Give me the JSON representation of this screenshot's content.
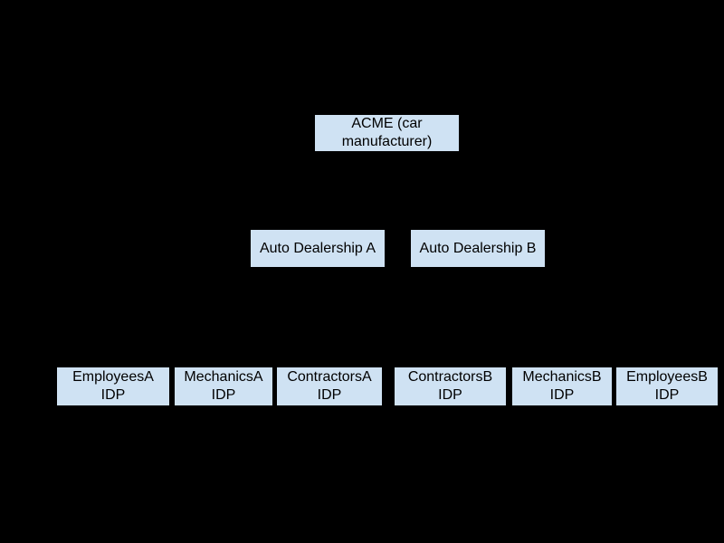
{
  "diagram": {
    "type": "hierarchy-org-chart",
    "background_color": "#000000",
    "node_fill_color": "#cfe2f3",
    "node_text_color": "#000000"
  },
  "nodes": [
    {
      "id": "acme",
      "level": 1,
      "label": "ACME (car\nmanufacturer)"
    },
    {
      "id": "dealership-a",
      "level": 2,
      "label": "Auto Dealership A"
    },
    {
      "id": "dealership-b",
      "level": 2,
      "label": "Auto Dealership B"
    },
    {
      "id": "employees-a",
      "level": 3,
      "label": "EmployeesA\nIDP"
    },
    {
      "id": "mechanics-a",
      "level": 3,
      "label": "MechanicsA\nIDP"
    },
    {
      "id": "contractors-a",
      "level": 3,
      "label": "ContractorsA\nIDP"
    },
    {
      "id": "contractors-b",
      "level": 3,
      "label": "ContractorsB\nIDP"
    },
    {
      "id": "mechanics-b",
      "level": 3,
      "label": "MechanicsB\nIDP"
    },
    {
      "id": "employees-b",
      "level": 3,
      "label": "EmployeesB\nIDP"
    }
  ]
}
